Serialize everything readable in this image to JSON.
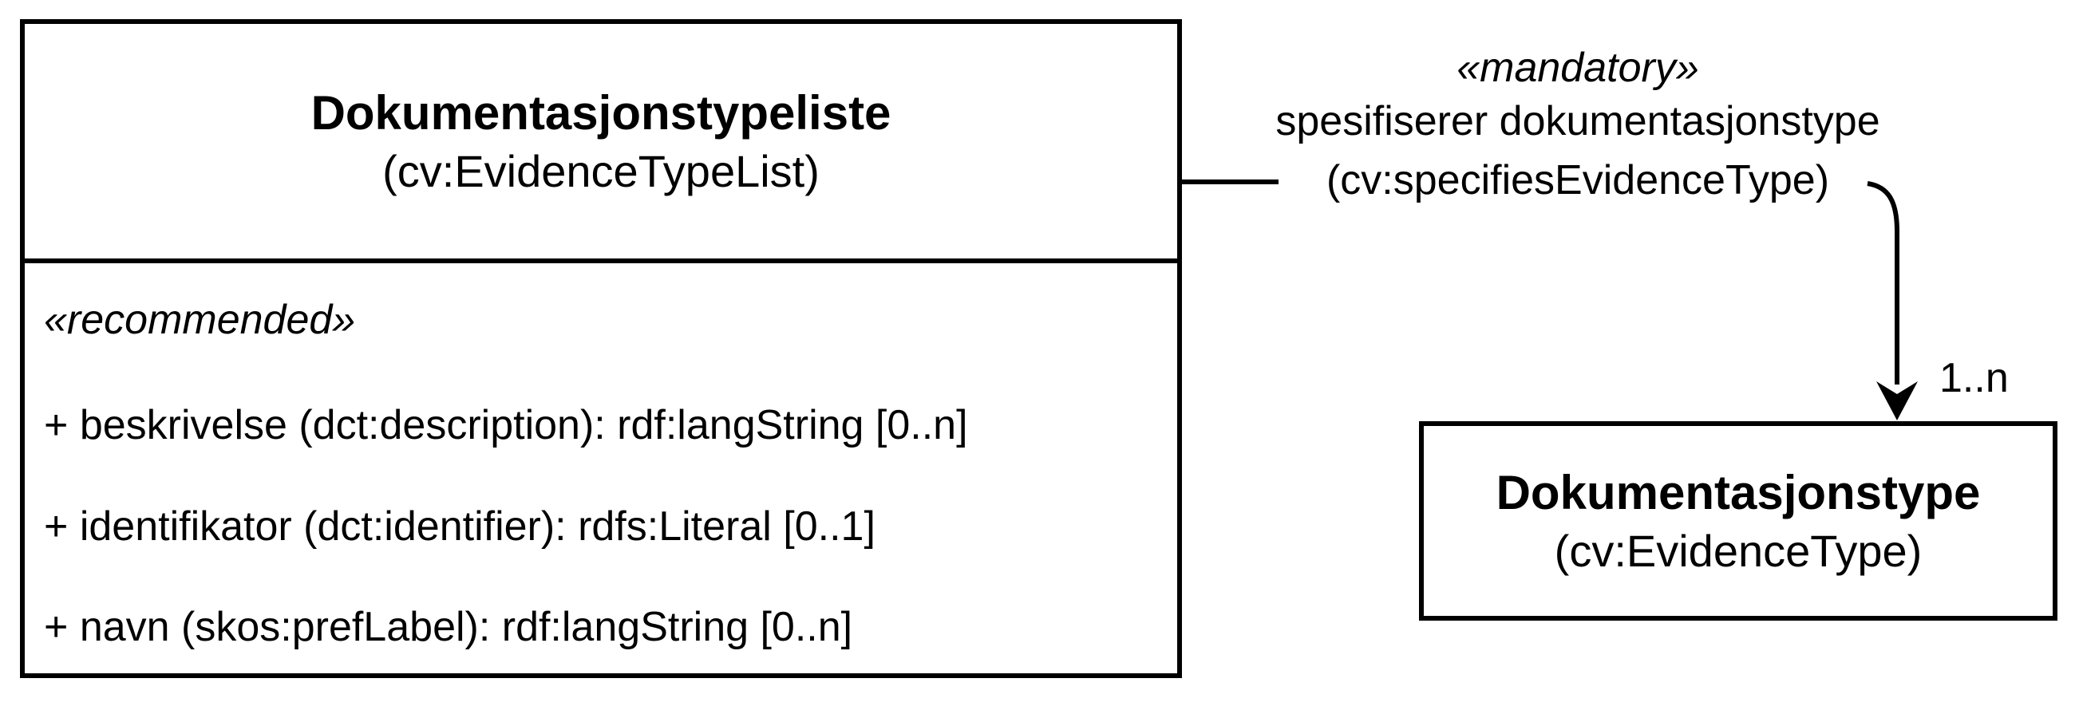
{
  "source_class": {
    "title": "Dokumentasjonstypeliste",
    "subtitle": "(cv:EvidenceTypeList)",
    "stereotype": "«recommended»",
    "attributes": [
      "+ beskrivelse (dct:description): rdf:langString [0..n]",
      "+ identifikator (dct:identifier): rdfs:Literal [0..1]",
      "+ navn (skos:prefLabel): rdf:langString [0..n]"
    ]
  },
  "association": {
    "stereotype": "«mandatory»",
    "name": "spesifiserer dokumentasjonstype",
    "uri": "(cv:specifiesEvidenceType)",
    "target_multiplicity": "1..n"
  },
  "target_class": {
    "title": "Dokumentasjonstype",
    "subtitle": "(cv:EvidenceType)"
  },
  "colors": {
    "stroke": "#000000",
    "background": "#ffffff"
  }
}
